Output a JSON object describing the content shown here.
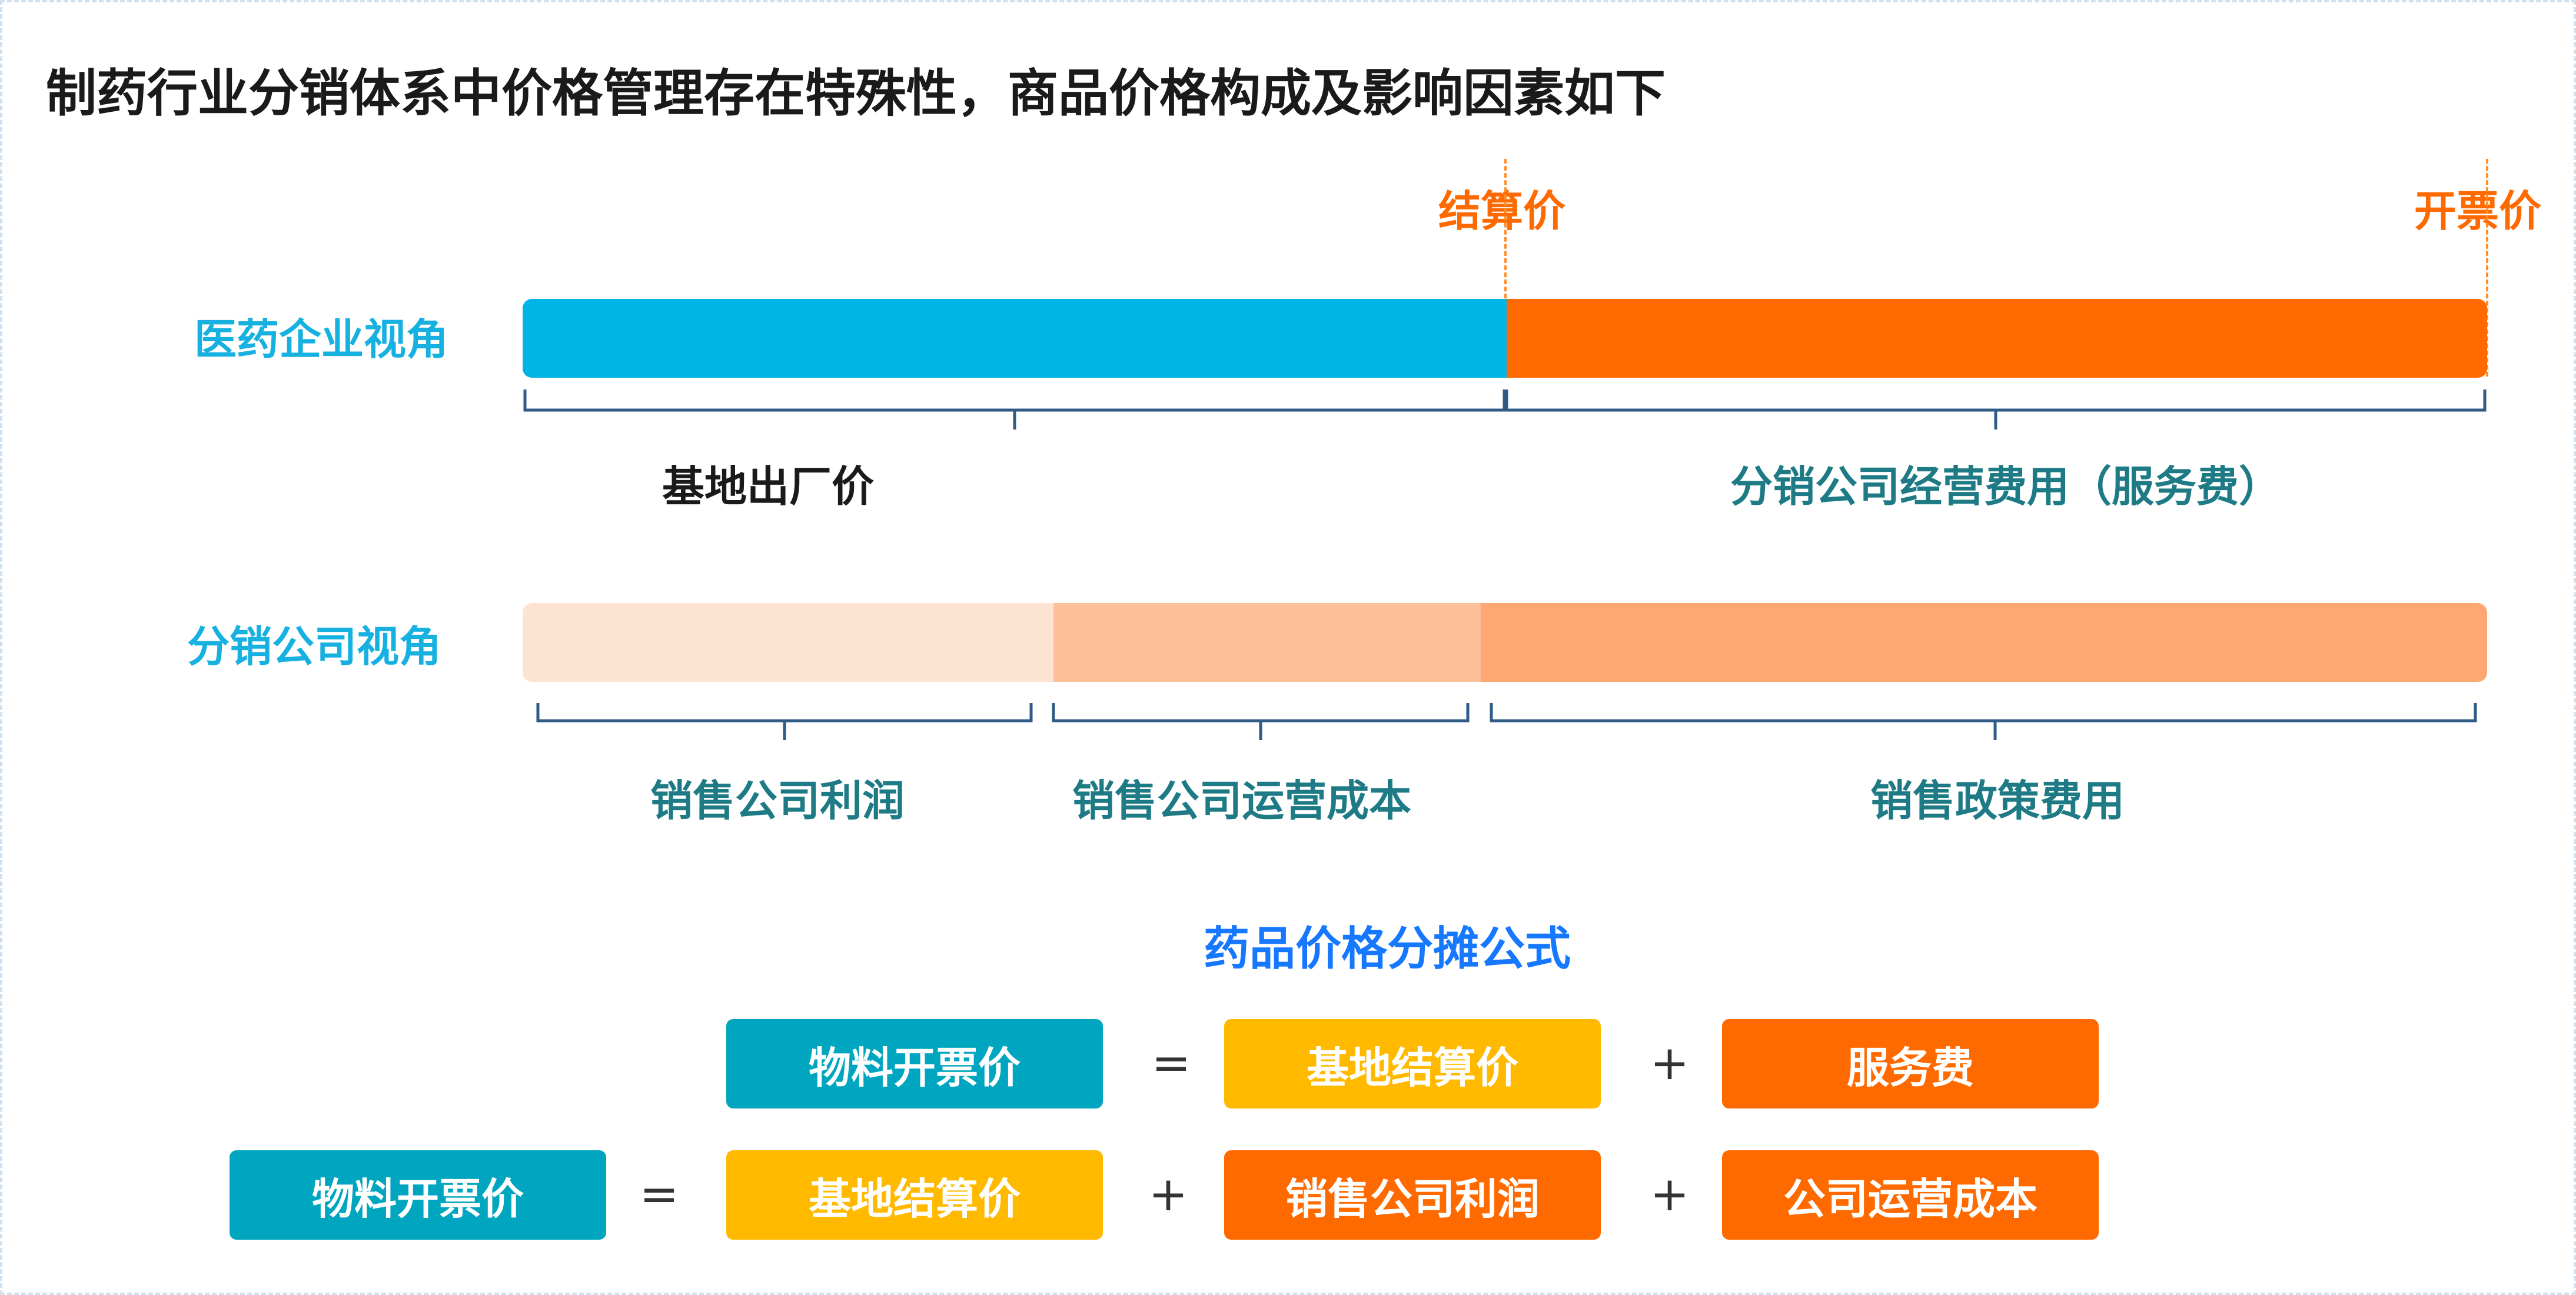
{
  "title": "制药行业分销体系中价格管理存在特殊性，商品价格构成及影响因素如下",
  "price_markers": {
    "settlement": "结算价",
    "invoice": "开票价"
  },
  "enterprise_view": {
    "label": "医药企业视角",
    "segments": [
      "基地出厂价",
      "分销公司经营费用（服务费）"
    ]
  },
  "distributor_view": {
    "label": "分销公司视角",
    "segments": [
      "销售公司利润",
      "销售公司运营成本",
      "销售政策费用"
    ]
  },
  "formula": {
    "title": "药品价格分摊公式",
    "row1": {
      "result": "物料开票价",
      "eq": "=",
      "terms": [
        "基地结算价",
        "服务费"
      ],
      "ops": [
        "+"
      ]
    },
    "row2": {
      "result": "物料开票价",
      "eq": "=",
      "terms": [
        "基地结算价",
        "销售公司利润",
        "公司运营成本"
      ],
      "ops": [
        "+",
        "+"
      ]
    }
  },
  "colors": {
    "blue_bar": "#00b4e5",
    "orange_bar": "#ff6a00",
    "peach_light": "#fde3d2",
    "peach_mid": "#fdbf97",
    "peach_dark": "#fda872",
    "teal_box": "#00a6bf",
    "yellow_box": "#ffba00",
    "orange_box": "#ff6a00"
  }
}
